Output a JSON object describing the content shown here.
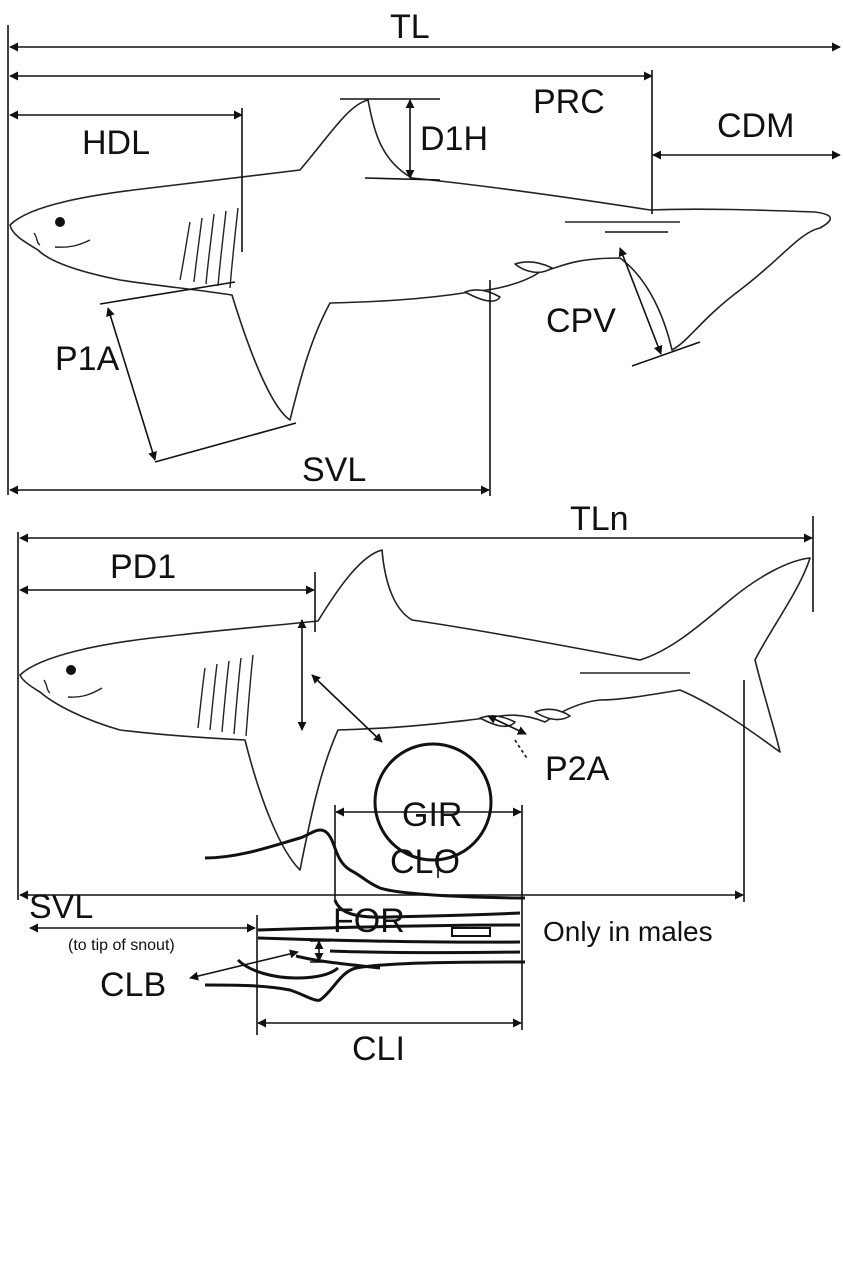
{
  "upper": {
    "tl": "TL",
    "prc": "PRC",
    "hdl": "HDL",
    "d1h": "D1H",
    "cdm": "CDM",
    "cpv": "CPV",
    "p1a": "P1A",
    "svl": "SVL"
  },
  "middle": {
    "tln": "TLn",
    "pd1": "PD1",
    "p2a": "P2A",
    "gir": "GIR",
    "for": "FOR"
  },
  "clasper": {
    "clo": "CLO",
    "svl": "SVL",
    "svl_note": "(to tip of snout)",
    "clb": "CLB",
    "cli": "CLI",
    "males_note": "Only in males"
  }
}
